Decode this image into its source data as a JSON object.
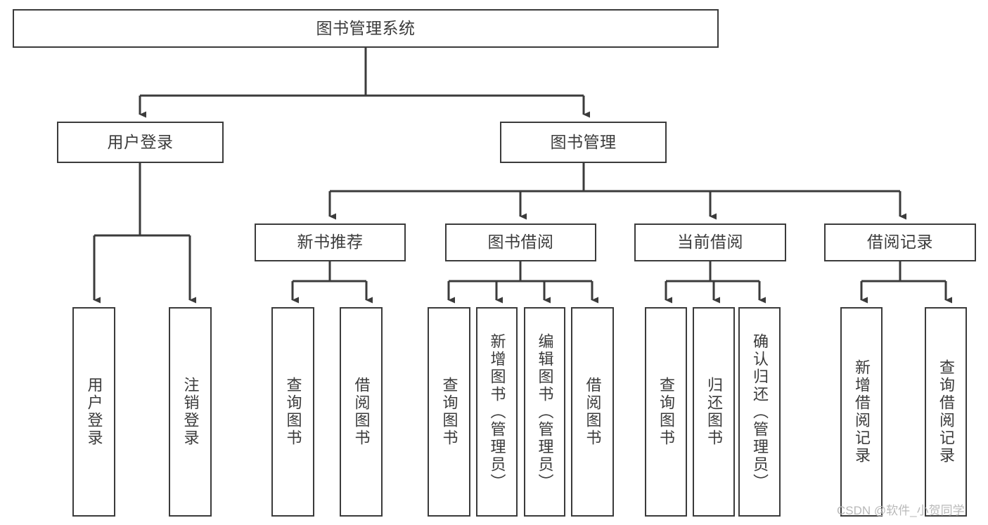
{
  "diagram": {
    "title": "图书管理系统",
    "type": "tree-hierarchy-diagram",
    "root": {
      "id": "root",
      "label": "图书管理系统"
    },
    "level2": [
      {
        "id": "user-login",
        "label": "用户登录"
      },
      {
        "id": "book-manage",
        "label": "图书管理"
      }
    ],
    "level3": [
      {
        "id": "new-book-rec",
        "label": "新书推荐"
      },
      {
        "id": "book-borrow",
        "label": "图书借阅"
      },
      {
        "id": "current-borrow",
        "label": "当前借阅"
      },
      {
        "id": "borrow-record",
        "label": "借阅记录"
      }
    ],
    "leaves": {
      "user_login": [
        {
          "id": "leaf-user-login",
          "label": "用户登录"
        },
        {
          "id": "leaf-logout-login",
          "label": "注销登录"
        }
      ],
      "new_book_rec": [
        {
          "id": "leaf-query-book-1",
          "label": "查询图书"
        },
        {
          "id": "leaf-borrow-book-1",
          "label": "借阅图书"
        }
      ],
      "book_borrow": [
        {
          "id": "leaf-query-book-2",
          "label": "查询图书"
        },
        {
          "id": "leaf-add-book",
          "label": "新增图书（管理员）"
        },
        {
          "id": "leaf-edit-book",
          "label": "编辑图书（管理员）"
        },
        {
          "id": "leaf-borrow-book-2",
          "label": "借阅图书"
        }
      ],
      "current_borrow": [
        {
          "id": "leaf-query-book-3",
          "label": "查询图书"
        },
        {
          "id": "leaf-return-book",
          "label": "归还图书"
        },
        {
          "id": "leaf-confirm-return",
          "label": "确认归还（管理员）"
        }
      ],
      "borrow_record": [
        {
          "id": "leaf-add-record",
          "label": "新增借阅记录"
        },
        {
          "id": "leaf-query-record",
          "label": "查询借阅记录"
        }
      ]
    }
  },
  "watermark": {
    "text": "CSDN @软件_小贺同学"
  },
  "colors": {
    "stroke": "#3b3b3b",
    "background": "#ffffff",
    "text": "#3b3b3b",
    "watermark": "#b9b9b9"
  }
}
